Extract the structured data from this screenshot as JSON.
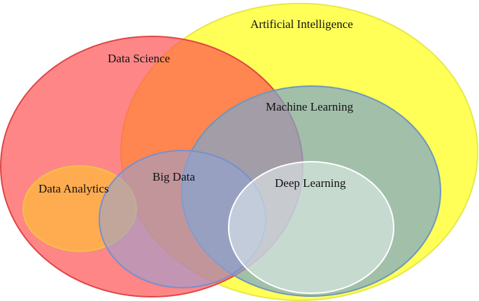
{
  "diagram": {
    "sets": [
      {
        "key": "ai",
        "label": "Artificial Intelligence",
        "fill": "#ffff33",
        "stroke": "#e8e84a"
      },
      {
        "key": "ds",
        "label": "Data Science",
        "fill": "#ff4d4d",
        "stroke": "#e04545"
      },
      {
        "key": "ml",
        "label": "Machine Learning",
        "fill": "#7ea6c9",
        "stroke": "#6f96bd"
      },
      {
        "key": "da",
        "label": "Data Analytics",
        "fill": "#ffb347",
        "stroke": "#f2c04a"
      },
      {
        "key": "bd",
        "label": "Big Data",
        "fill": "#8fa2d9",
        "stroke": "#7a90cc"
      },
      {
        "key": "dl",
        "label": "Deep Learning",
        "fill": "#e6f0f0",
        "stroke": "#ffffff"
      }
    ]
  }
}
